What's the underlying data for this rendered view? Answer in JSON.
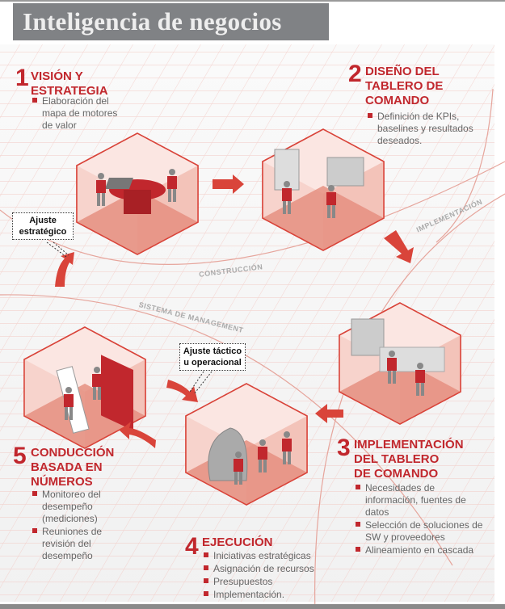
{
  "title": "Inteligencia de negocios",
  "sections": [
    {
      "number": "1",
      "title_lines": [
        "VISIÓN Y",
        "ESTRATEGIA"
      ],
      "bullets": [
        "Elaboración del mapa de motores de valor"
      ]
    },
    {
      "number": "2",
      "title_lines": [
        "DISEÑO DEL",
        "TABLERO DE",
        "COMANDO"
      ],
      "bullets": [
        "Definición de KPIs, baselines y resultados deseados."
      ]
    },
    {
      "number": "3",
      "title_lines": [
        "IMPLEMENTACIÓN",
        "DEL TABLERO",
        "DE COMANDO"
      ],
      "bullets": [
        "Necesidades de información, fuentes de datos",
        "Selección de soluciones de SW y proveedores",
        "Alineamiento en cascada"
      ]
    },
    {
      "number": "4",
      "title_lines": [
        "EJECUCIÓN"
      ],
      "bullets": [
        "Iniciativas estratégicas",
        "Asignación de recursos",
        "Presupuestos",
        "Implementación."
      ]
    },
    {
      "number": "5",
      "title_lines": [
        "CONDUCCIÓN",
        "BASADA EN",
        "NÚMEROS"
      ],
      "bullets": [
        "Monitoreo del desempeño (mediciones)",
        "Reuniones de revisión del desempeño"
      ]
    }
  ],
  "callouts": {
    "strategic": [
      "Ajuste",
      "estratégico"
    ],
    "tactical": [
      "Ajuste táctico",
      "u operacional"
    ]
  },
  "arc_labels": {
    "construction": "CONSTRUCCIÓN",
    "implementation": "IMPLEMENTACIÓN",
    "management": "SISTEMA DE MANAGEMENT"
  },
  "colors": {
    "accent": "#c1272d",
    "title_bg": "#808285"
  }
}
